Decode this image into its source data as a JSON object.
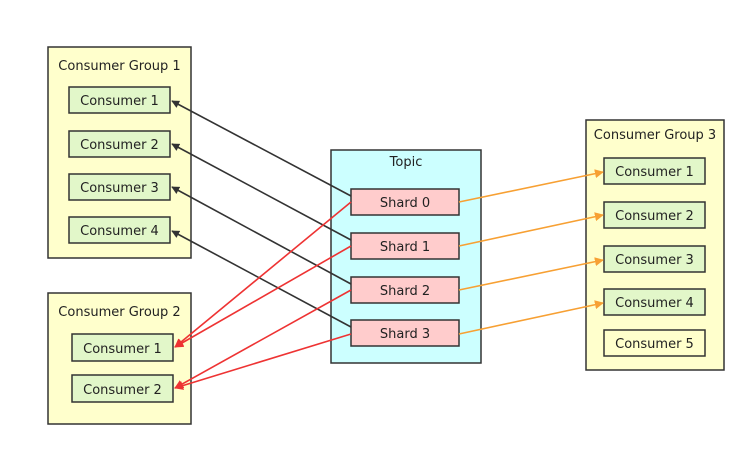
{
  "topic": {
    "label": "Topic",
    "shards": [
      {
        "id": "s0",
        "label": "Shard 0"
      },
      {
        "id": "s1",
        "label": "Shard 1"
      },
      {
        "id": "s2",
        "label": "Shard 2"
      },
      {
        "id": "s3",
        "label": "Shard 3"
      }
    ]
  },
  "groups": [
    {
      "id": "g1",
      "label": "Consumer Group 1",
      "consumers": [
        {
          "id": "g1c1",
          "label": "Consumer 1"
        },
        {
          "id": "g1c2",
          "label": "Consumer 2"
        },
        {
          "id": "g1c3",
          "label": "Consumer 3"
        },
        {
          "id": "g1c4",
          "label": "Consumer 4"
        }
      ]
    },
    {
      "id": "g2",
      "label": "Consumer Group 2",
      "consumers": [
        {
          "id": "g2c1",
          "label": "Consumer 1"
        },
        {
          "id": "g2c2",
          "label": "Consumer 2"
        }
      ]
    },
    {
      "id": "g3",
      "label": "Consumer Group 3",
      "consumers": [
        {
          "id": "g3c1",
          "label": "Consumer 1"
        },
        {
          "id": "g3c2",
          "label": "Consumer 2"
        },
        {
          "id": "g3c3",
          "label": "Consumer 3"
        },
        {
          "id": "g3c4",
          "label": "Consumer 4"
        },
        {
          "id": "g3c5",
          "label": "Consumer 5"
        }
      ]
    }
  ],
  "edge_colors": {
    "group1": "#333333",
    "group2": "#ee3333",
    "group3": "#f7a033"
  },
  "edges": [
    {
      "from": "s0",
      "to": "g1c1",
      "group": "group1"
    },
    {
      "from": "s1",
      "to": "g1c2",
      "group": "group1"
    },
    {
      "from": "s2",
      "to": "g1c3",
      "group": "group1"
    },
    {
      "from": "s3",
      "to": "g1c4",
      "group": "group1"
    },
    {
      "from": "s0",
      "to": "g2c1",
      "group": "group2"
    },
    {
      "from": "s1",
      "to": "g2c1",
      "group": "group2"
    },
    {
      "from": "s2",
      "to": "g2c2",
      "group": "group2"
    },
    {
      "from": "s3",
      "to": "g2c2",
      "group": "group2"
    },
    {
      "from": "s0",
      "to": "g3c1",
      "group": "group3"
    },
    {
      "from": "s1",
      "to": "g3c2",
      "group": "group3"
    },
    {
      "from": "s2",
      "to": "g3c3",
      "group": "group3"
    },
    {
      "from": "s3",
      "to": "g3c4",
      "group": "group3"
    }
  ]
}
